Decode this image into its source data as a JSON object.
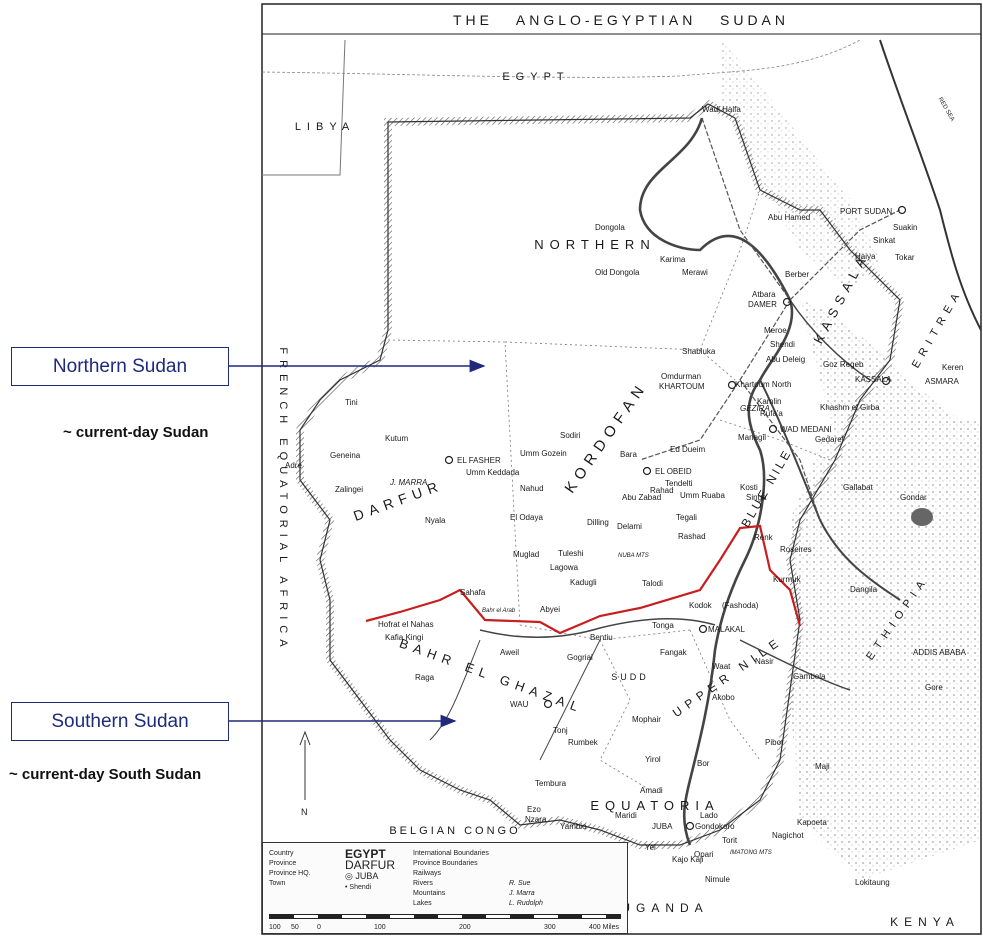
{
  "map": {
    "title": "THE   ANGLO-EGYPTIAN   SUDAN",
    "countries": {
      "egypt": "EGYPT",
      "libya": "LIBYA",
      "french_eq_africa": "FRENCH EQUATORIAL AFRICA",
      "belgian_congo": "BELGIAN CONGO",
      "uganda": "UGANDA",
      "kenya": "KENYA",
      "ethiopia": "ETHIOPIA",
      "eritrea": "ERITREA",
      "red_sea": "RED SEA"
    },
    "provinces": {
      "northern": "NORTHERN",
      "kordofan": "KORDOFAN",
      "darfur": "DARFUR",
      "kassala": "KASSALA",
      "blue_nile": "BLUE NILE",
      "upper_nile": "UPPER NILE",
      "bahr_el_ghazal": "BAHR EL GHAZAL",
      "equatoria": "EQUATORIA",
      "sudd": "SUDD"
    },
    "places": [
      "Wadi Halfa",
      "Dongola",
      "Old Dongola",
      "Karima",
      "Merawi",
      "Abu Hamed",
      "PORT SUDAN",
      "Suakin",
      "Sinkat",
      "Haiya",
      "Tokar",
      "Berber",
      "Atbara",
      "DAMER",
      "Meroe",
      "Shendi",
      "Shabluka",
      "Abu Deleig",
      "Goz Regeb",
      "Omdurman",
      "KHARTOUM",
      "Khartoum North",
      "KASSALA",
      "Keren",
      "ASMARA",
      "Kamlin",
      "Rufa'a",
      "Khashm el Girba",
      "GEZIRA",
      "WAD MEDANI",
      "Gedaref",
      "Managil",
      "Ed Dueim",
      "Sodiri",
      "Bara",
      "EL OBEID",
      "Tendelti",
      "Rahad",
      "Umm Ruaba",
      "Abu Zabad",
      "Kosti",
      "Singa",
      "Gallabat",
      "Gondar",
      "Roseires",
      "Tini",
      "Kutum",
      "EL FASHER",
      "Umm Keddada",
      "Umm Gozein",
      "Geneina",
      "Adre",
      "Zalingei",
      "J. MARRA",
      "Nyala",
      "Nahud",
      "El Odaya",
      "Dilling",
      "Delami",
      "Tegali",
      "Rashad",
      "Renk",
      "Muglad",
      "Tuleshi",
      "Lagowa",
      "Kadugli",
      "Talodi",
      "NUBA MTS",
      "Kurmuk",
      "Dangila",
      "Sahafa",
      "Bahr el Arab",
      "Abyei",
      "Kodok",
      "(Fashoda)",
      "MALAKAL",
      "Tonga",
      "Bentiu",
      "Hofrat el Nahas",
      "Kafia Kingi",
      "Aweil",
      "Gogrial",
      "Fangak",
      "Waat",
      "Nasir",
      "Gambela",
      "ADDIS ABABA",
      "Gore",
      "Raga",
      "WAU",
      "Tonj",
      "Mophair",
      "Akobo",
      "Rumbek",
      "Pibor",
      "Yirol",
      "Bor",
      "Maji",
      "Amadi",
      "Tembura",
      "Lado",
      "Gondokoro",
      "Kapoeta",
      "Nagichot",
      "Torit",
      "Ezo",
      "Nzara",
      "Yambio",
      "Maridi",
      "JUBA",
      "Yei",
      "Kajo Kaji",
      "Opari",
      "IMATONG MTS",
      "Nimule",
      "Lokitaung"
    ]
  },
  "callouts": {
    "north_label": "Northern Sudan",
    "north_sub": "~ current-day Sudan",
    "south_label": "Southern Sudan",
    "south_sub": "~ current-day South Sudan"
  },
  "legend": {
    "col1": [
      "Country",
      "Province",
      "Province HQ.",
      "Town"
    ],
    "col2": [
      "EGYPT",
      "DARFUR",
      "◎ JUBA",
      "• Shendi"
    ],
    "col3": [
      "International Boundaries",
      "Province Boundaries",
      "Railways",
      "Rivers",
      "Mountains",
      "Lakes"
    ],
    "col4": [
      "",
      "",
      "",
      "R. Sue",
      "J. Marra",
      "L. Rudolph"
    ],
    "scale": [
      "100",
      "50",
      "0",
      "100",
      "200",
      "300",
      "400 Miles"
    ]
  },
  "colors": {
    "boundary_red": "#c81e1e",
    "callout_blue": "#1f2a7a"
  }
}
